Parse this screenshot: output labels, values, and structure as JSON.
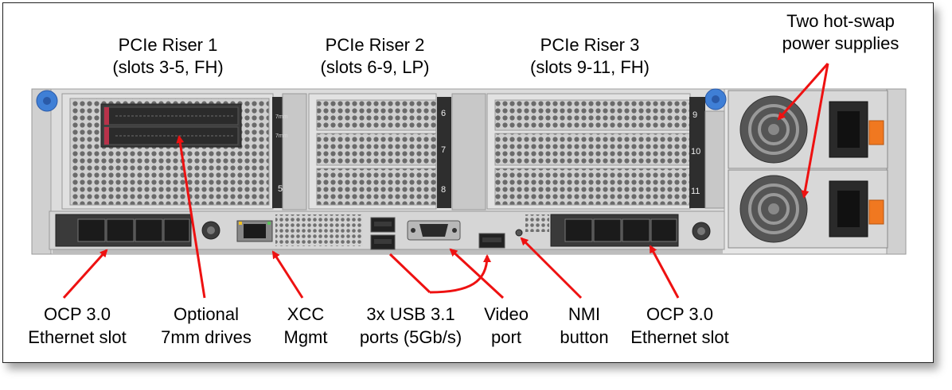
{
  "labels": {
    "riser1": [
      "PCIe Riser 1",
      "(slots 3-5, FH)"
    ],
    "riser2": [
      "PCIe Riser 2",
      "(slots 6-9, LP)"
    ],
    "riser3": [
      "PCIe Riser 3",
      "(slots 9-11, FH)"
    ],
    "psu": [
      "Two hot-swap",
      "power supplies"
    ],
    "ocp_left": [
      "OCP 3.0",
      "Ethernet slot"
    ],
    "drives": [
      "Optional",
      "7mm drives"
    ],
    "xcc": [
      "XCC",
      "Mgmt"
    ],
    "usb": [
      "3x USB 3.1",
      "ports (5Gb/s)"
    ],
    "video": [
      "Video",
      "port"
    ],
    "nmi": [
      "NMI",
      "button"
    ],
    "ocp_right": [
      "OCP 3.0",
      "Ethernet slot"
    ]
  },
  "slot_numbers": {
    "riser1": [
      "5"
    ],
    "riser2": [
      "6",
      "7",
      "8"
    ],
    "riser3": [
      "9",
      "10",
      "11"
    ],
    "drive_tags": [
      "7mm",
      "7mm"
    ]
  },
  "colors": {
    "arrow": "#ee1111",
    "chassis": "#d8d8d8",
    "bracket": "#e2e2e2",
    "dark_bezel": "#2e2e2e",
    "handle_blue": "#3f7fd6",
    "handle_orange": "#f07820",
    "drive_red": "#b8324a"
  },
  "icons": [
    "thumbscrew-icon",
    "rj45-port-icon",
    "usb-port-icon",
    "vga-port-icon",
    "fan-grille-icon",
    "power-inlet-icon"
  ]
}
